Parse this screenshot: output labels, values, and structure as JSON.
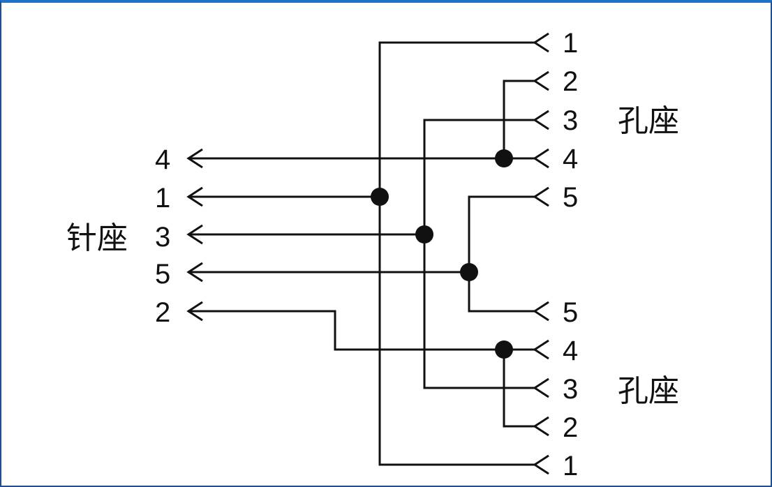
{
  "left_connector": {
    "label": "针座",
    "pins": [
      "4",
      "1",
      "3",
      "5",
      "2"
    ]
  },
  "right_top_connector": {
    "label": "孔座",
    "pins": [
      "1",
      "2",
      "3",
      "4",
      "5"
    ]
  },
  "right_bottom_connector": {
    "label": "孔座",
    "pins": [
      "5",
      "4",
      "3",
      "2",
      "1"
    ]
  }
}
